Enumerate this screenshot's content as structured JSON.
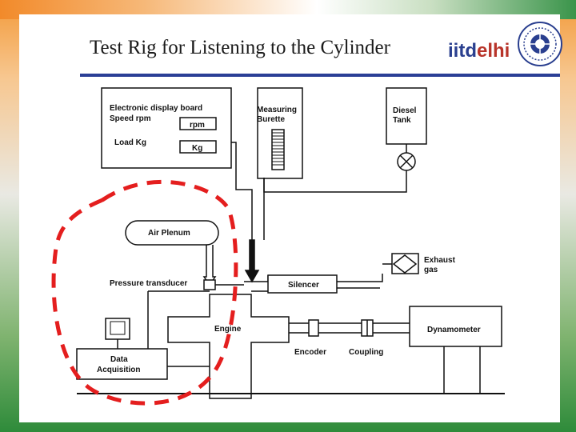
{
  "slide": {
    "title": "Test Rig for Listening to the Cylinder",
    "logo": {
      "part_a": "iitd",
      "part_b": "elhi"
    }
  },
  "diagram": {
    "display_board": {
      "title": "Electronic display board",
      "speed_label": "Speed rpm",
      "rpm_unit": "rpm",
      "load_label": "Load  Kg",
      "kg_unit": "Kg"
    },
    "measuring_burette": {
      "line1": "Measuring",
      "line2": "Burette"
    },
    "diesel_tank": {
      "line1": "Diesel",
      "line2": "Tank"
    },
    "air_plenum": "Air Plenum",
    "pressure_transducer": "Pressure transducer",
    "silencer": "Silencer",
    "exhaust_gas": {
      "line1": "Exhaust",
      "line2": "gas"
    },
    "engine": "Engine",
    "dynamometer": "Dynamometer",
    "encoder": "Encoder",
    "coupling": "Coupling",
    "data_acquisition": {
      "line1": "Data",
      "line2": "Acquisition"
    }
  },
  "colors": {
    "highlight_dashes": "#e41e1e",
    "title_rule": "#2b3f96",
    "logo_blue": "#2a3f8f",
    "logo_red": "#b8342a"
  }
}
